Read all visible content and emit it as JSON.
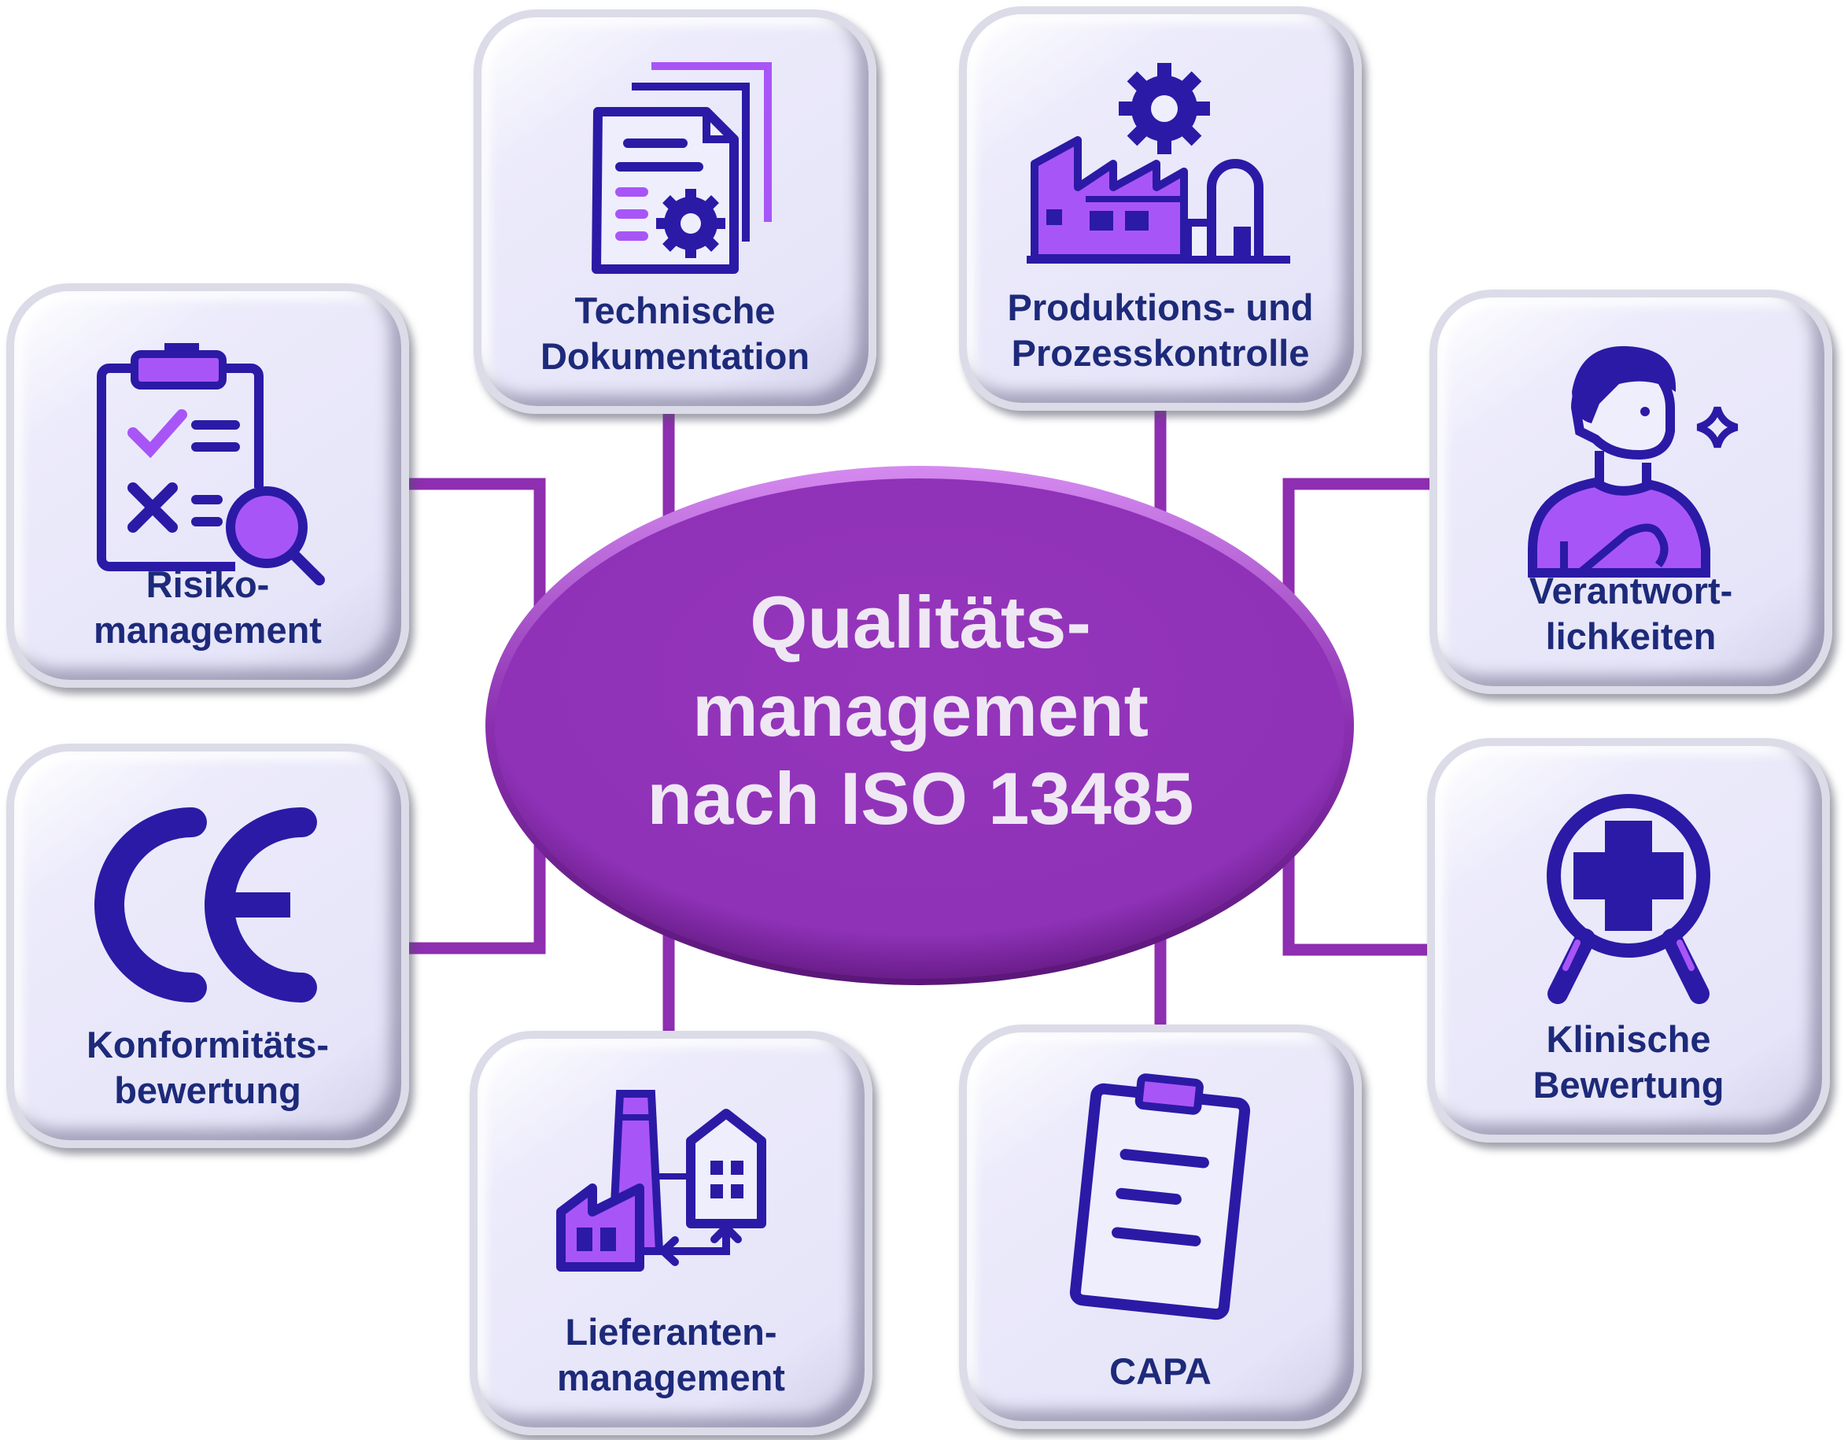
{
  "center": {
    "title": "Qualitäts-\nmanagement\nnach ISO 13485"
  },
  "topics": [
    {
      "label": "Risiko-\nmanagement",
      "icon": "clipboard-checklist-magnifier-icon"
    },
    {
      "label": "Technische\nDokumentation",
      "icon": "document-gear-icon"
    },
    {
      "label": "Produktions- und\nProzesskontrolle",
      "icon": "factory-gear-icon"
    },
    {
      "label": "Verantwort-\nlichkeiten",
      "icon": "person-sparkle-icon"
    },
    {
      "label": "Konformitäts-\nbewertung",
      "icon": "ce-mark-icon"
    },
    {
      "label": "Klinische\nBewertung",
      "icon": "medical-cross-magnifier-icon"
    },
    {
      "label": "Lieferanten-\nmanagement",
      "icon": "supplier-factory-house-icon"
    },
    {
      "label": "CAPA",
      "icon": "clipboard-icon"
    }
  ],
  "colors": {
    "accent": "#9333b8",
    "icon_stroke": "#2b1aa6",
    "icon_fill": "#a855f7",
    "text": "#1d2a7a",
    "connector": "#8e2eb0"
  }
}
